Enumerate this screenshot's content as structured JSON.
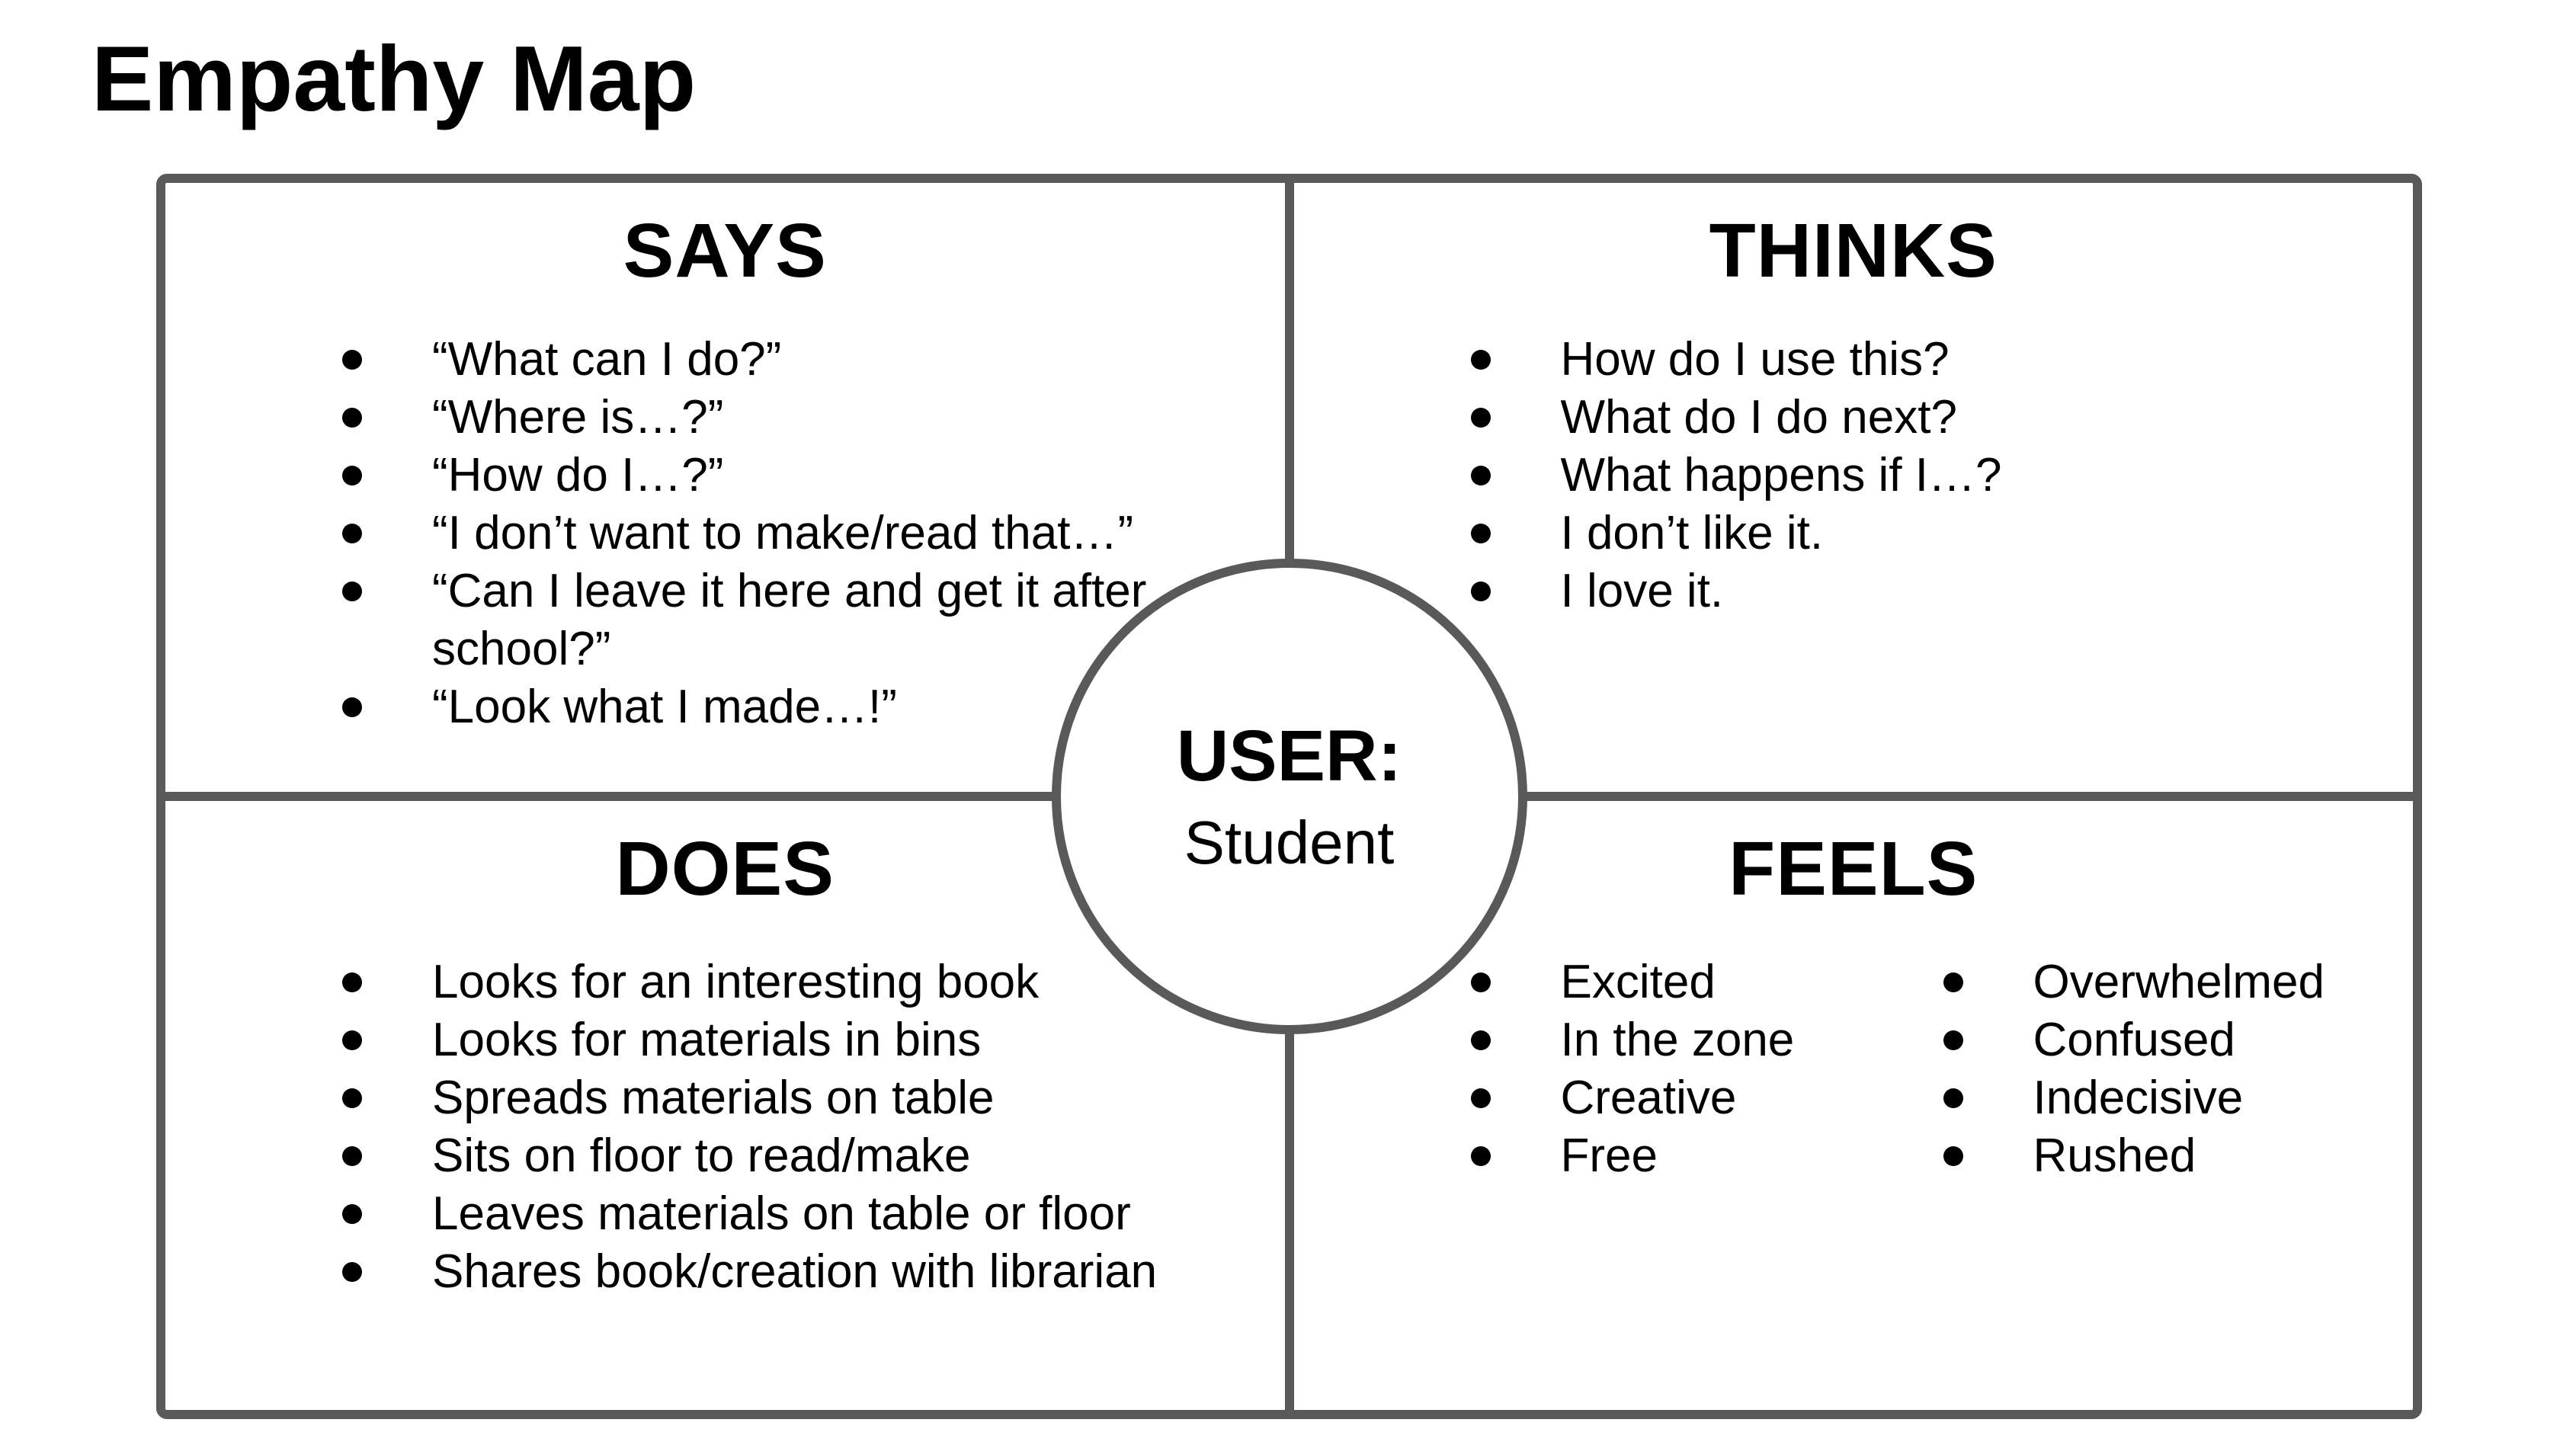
{
  "title": "Empathy Map",
  "colors": {
    "background": "#ffffff",
    "line": "#595959",
    "text": "#000000"
  },
  "center": {
    "label": "USER:",
    "value": "Student"
  },
  "quadrants": {
    "says": {
      "heading": "SAYS",
      "items": [
        "“What can I do?”",
        "“Where is…?”",
        "“How do I…?”",
        "“I don’t want to make/read that…”",
        "“Can I leave it here and get it after school?”",
        "“Look what I made…!”"
      ]
    },
    "thinks": {
      "heading": "THINKS",
      "items": [
        "How do I use this?",
        "What do I do next?",
        "What happens if I…?",
        "I don’t like it.",
        "I love it."
      ]
    },
    "does": {
      "heading": "DOES",
      "items": [
        "Looks for an interesting book",
        "Looks for materials in bins",
        "Spreads materials on table",
        "Sits on floor to read/make",
        "Leaves materials on table or floor",
        "Shares book/creation with librarian"
      ]
    },
    "feels": {
      "heading": "FEELS",
      "columns": [
        {
          "items": [
            "Excited",
            "In the zone",
            "Creative",
            "Free"
          ]
        },
        {
          "items": [
            "Overwhelmed",
            "Confused",
            "Indecisive",
            "Rushed"
          ]
        }
      ]
    }
  }
}
